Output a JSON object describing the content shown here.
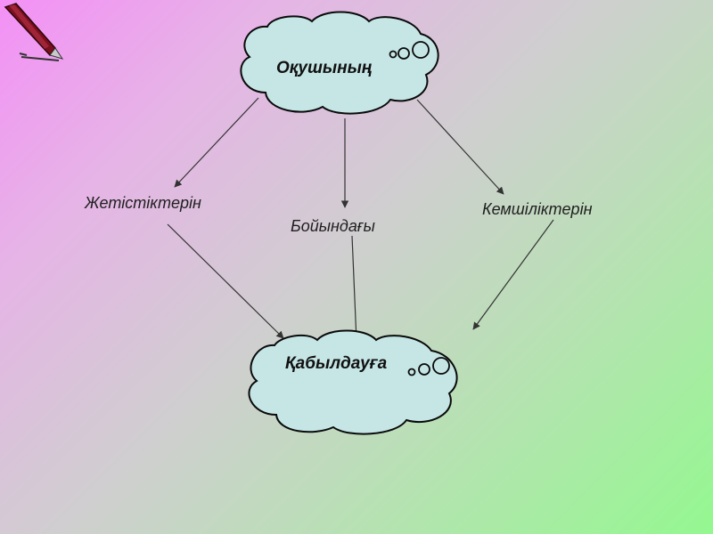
{
  "nodes": {
    "top": "Оқушының",
    "left": "Жетістіктерін",
    "middle": "Бойындағы",
    "right": "Кемшіліктерін",
    "bottom": "Қабылдауға"
  },
  "colors": {
    "cloud_fill": "#c6e6e6",
    "cloud_stroke": "#0a0a0a",
    "pen_body": "#7a0f1e"
  },
  "icons": [
    "pen-icon"
  ]
}
